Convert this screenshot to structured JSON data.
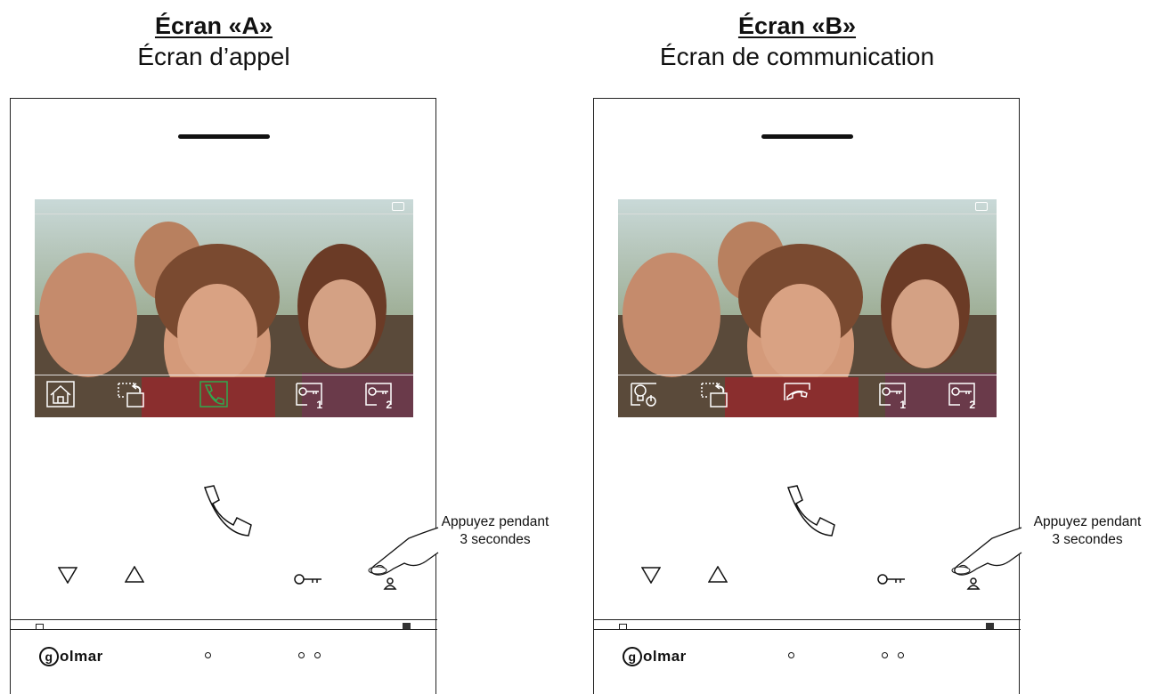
{
  "panels": [
    {
      "title": "Écran «A»",
      "subtitle": "Écran d’appel",
      "screen_buttons": [
        "home-icon",
        "transfer-icon",
        "answer-call-icon",
        "key-1-icon",
        "key-2-icon"
      ],
      "screen_keys": [
        "1",
        "2"
      ],
      "note": [
        "Appuyez pendant",
        "3 secondes"
      ],
      "logo": "olmar",
      "logo_initial": "g"
    },
    {
      "title": "Écran «B»",
      "subtitle": "Écran de communication",
      "screen_buttons": [
        "light-icon",
        "transfer-icon",
        "hang-up-icon",
        "key-1-icon",
        "key-2-icon"
      ],
      "screen_keys": [
        "1",
        "2"
      ],
      "note": [
        "Appuyez pendant",
        "3 secondes"
      ],
      "logo": "olmar",
      "logo_initial": "g"
    }
  ],
  "colors": {
    "answer_icon": "#2fa84f",
    "line": "#111111",
    "screen_icons": "#ffffff"
  }
}
